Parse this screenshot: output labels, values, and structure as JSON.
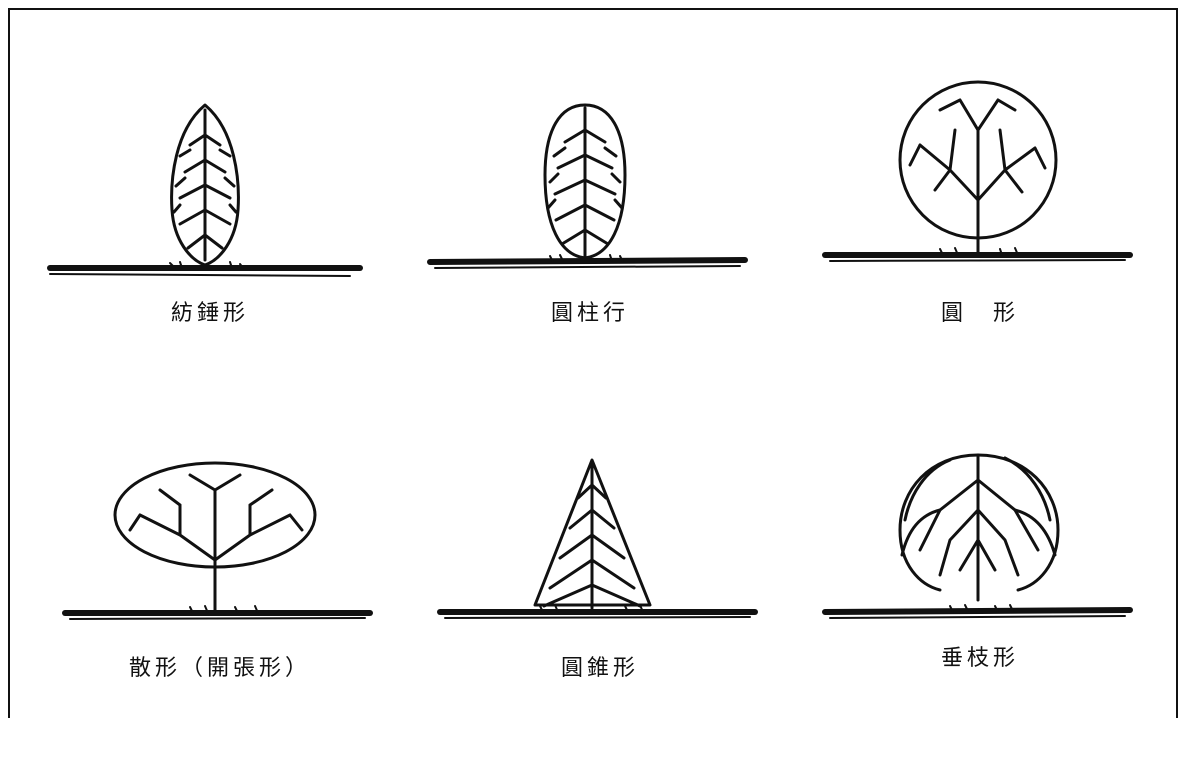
{
  "figure": {
    "items": [
      {
        "label": "紡錘形",
        "shape": "spindle"
      },
      {
        "label": "圓柱行",
        "shape": "cylinder"
      },
      {
        "label": "圓　形",
        "shape": "round"
      },
      {
        "label": "散形（開張形）",
        "shape": "spreading"
      },
      {
        "label": "圓錐形",
        "shape": "conical"
      },
      {
        "label": "垂枝形",
        "shape": "weeping"
      }
    ]
  }
}
